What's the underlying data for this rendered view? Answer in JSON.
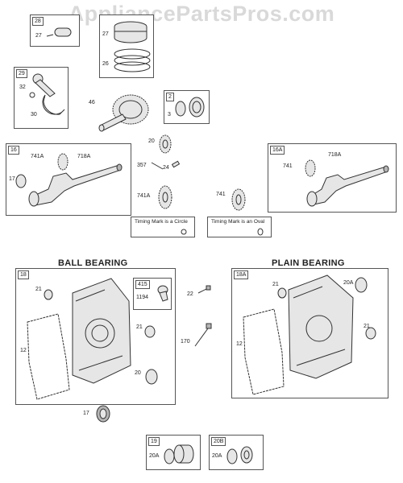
{
  "watermark": "AppliancePartsPros.com",
  "headers": {
    "ball": "BALL BEARING",
    "plain": "PLAIN BEARING"
  },
  "boxes": {
    "b28": {
      "tag": "28",
      "parts": [
        "27"
      ]
    },
    "b27": {
      "parts": [
        "27",
        "26"
      ]
    },
    "b29": {
      "tag": "29",
      "parts": [
        "32",
        "30"
      ]
    },
    "b2": {
      "tag": "2",
      "parts": [
        "3"
      ]
    },
    "b16": {
      "tag": "16",
      "parts": [
        "741A",
        "718A",
        "17"
      ]
    },
    "b16A": {
      "tag": "16A",
      "parts": [
        "741",
        "718A"
      ]
    },
    "b18": {
      "tag": "18",
      "parts": [
        "21",
        "12",
        "21",
        "20"
      ]
    },
    "b415": {
      "tag": "415",
      "parts": [
        "1194"
      ]
    },
    "b18A": {
      "tag": "18A",
      "parts": [
        "21",
        "20A",
        "12",
        "21"
      ]
    },
    "b19": {
      "tag": "19",
      "parts": [
        "20A"
      ]
    },
    "b20B": {
      "tag": "20B",
      "parts": [
        "20A"
      ]
    }
  },
  "loose": {
    "p46": "46",
    "p20": "20",
    "p357": "357",
    "p24": "24",
    "p741A": "741A",
    "p741": "741",
    "p22": "22",
    "p170": "170",
    "p17": "17"
  },
  "timing": {
    "circle": "Timing Mark is a Circle",
    "oval": "Timing Mark is an Oval"
  }
}
